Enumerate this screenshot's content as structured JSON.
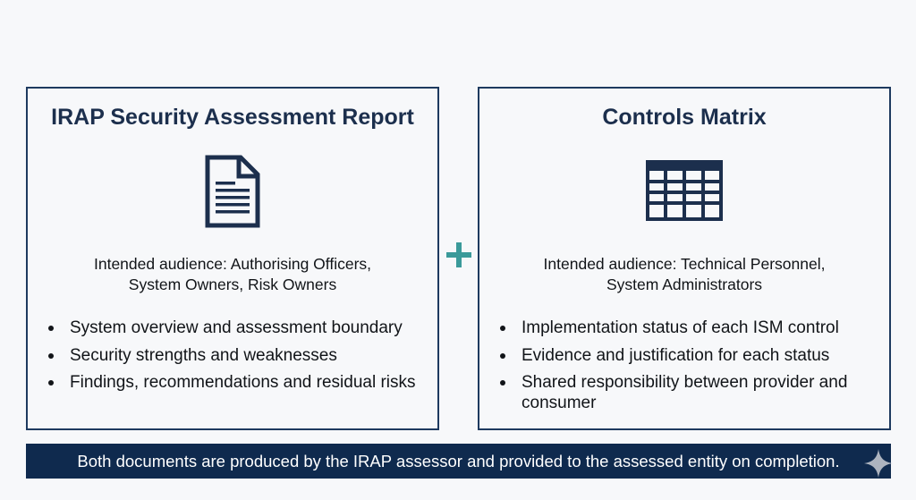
{
  "colors": {
    "border": "#1e3a5f",
    "title": "#1c2f4d",
    "accent_plus": "#3a9a9a",
    "footer_bg": "#0f2a4e",
    "footer_text": "#ffffff"
  },
  "left_card": {
    "title": "IRAP Security Assessment Report",
    "icon": "document-icon",
    "audience_line1": "Intended audience: Authorising Officers,",
    "audience_line2": "System Owners, Risk Owners",
    "bullets": [
      "System overview and assessment boundary",
      "Security strengths and weaknesses",
      "Findings, recommendations and residual risks"
    ]
  },
  "connector": {
    "icon": "plus-icon"
  },
  "right_card": {
    "title": "Controls Matrix",
    "icon": "table-grid-icon",
    "audience_line1": "Intended audience: Technical Personnel,",
    "audience_line2": "System Administrators",
    "bullets": [
      "Implementation status of each ISM control",
      "Evidence and justification for each status",
      "Shared responsibility between provider and consumer"
    ]
  },
  "footer": {
    "text": "Both documents are produced by the IRAP assessor and provided to the assessed entity on completion."
  }
}
